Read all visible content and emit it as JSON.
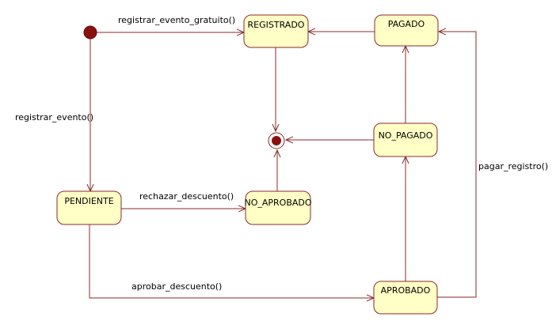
{
  "colors": {
    "state_fill": "#ffffc6",
    "state_border": "#8a2a2a",
    "line": "#8a2a2a",
    "initial_dot": "#8a1010"
  },
  "states": {
    "registrado": "REGISTRADO",
    "pagado": "PAGADO",
    "no_pagado": "NO_PAGADO",
    "pendiente": "PENDIENTE",
    "no_aprobado": "NO_APROBADO",
    "aprobado": "APROBADO"
  },
  "transitions": {
    "registrar_evento_gratuito": "registrar_evento_gratuito()",
    "registrar_evento": "registrar_evento()",
    "rechazar_descuento": "rechazar_descuento()",
    "aprobar_descuento": "aprobar_descuento()",
    "pagar_registro": "pagar_registro()"
  }
}
